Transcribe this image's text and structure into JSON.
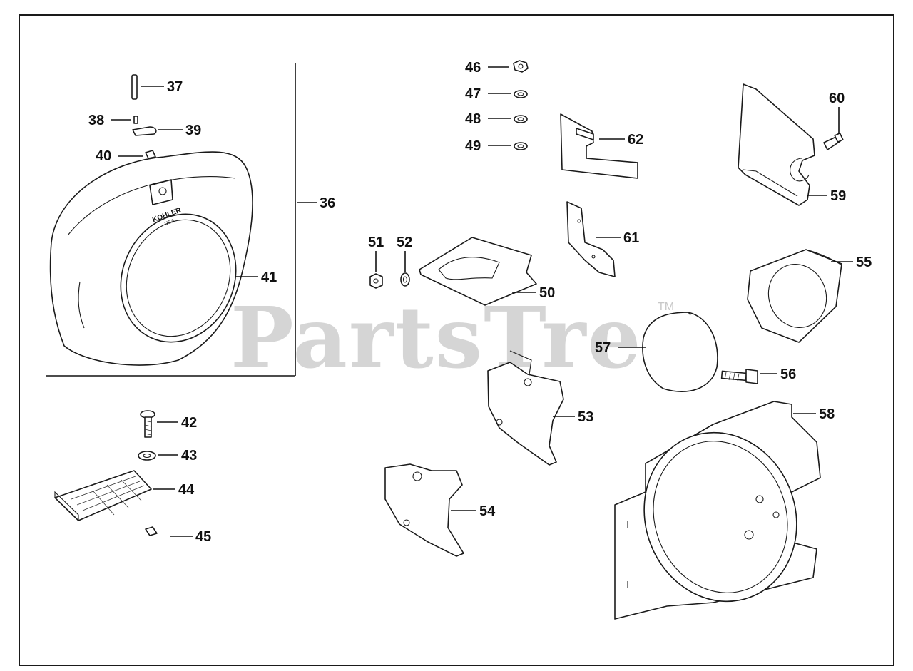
{
  "watermark": {
    "text": "PartsTree",
    "tm": "TM"
  },
  "kohler_logo": {
    "line1": "KOHLER",
    "line2": "USA"
  },
  "callouts": [
    "36",
    "37",
    "38",
    "39",
    "40",
    "41",
    "42",
    "43",
    "44",
    "45",
    "46",
    "47",
    "48",
    "49",
    "50",
    "51",
    "52",
    "53",
    "54",
    "55",
    "56",
    "57",
    "58",
    "59",
    "60",
    "61",
    "62"
  ]
}
